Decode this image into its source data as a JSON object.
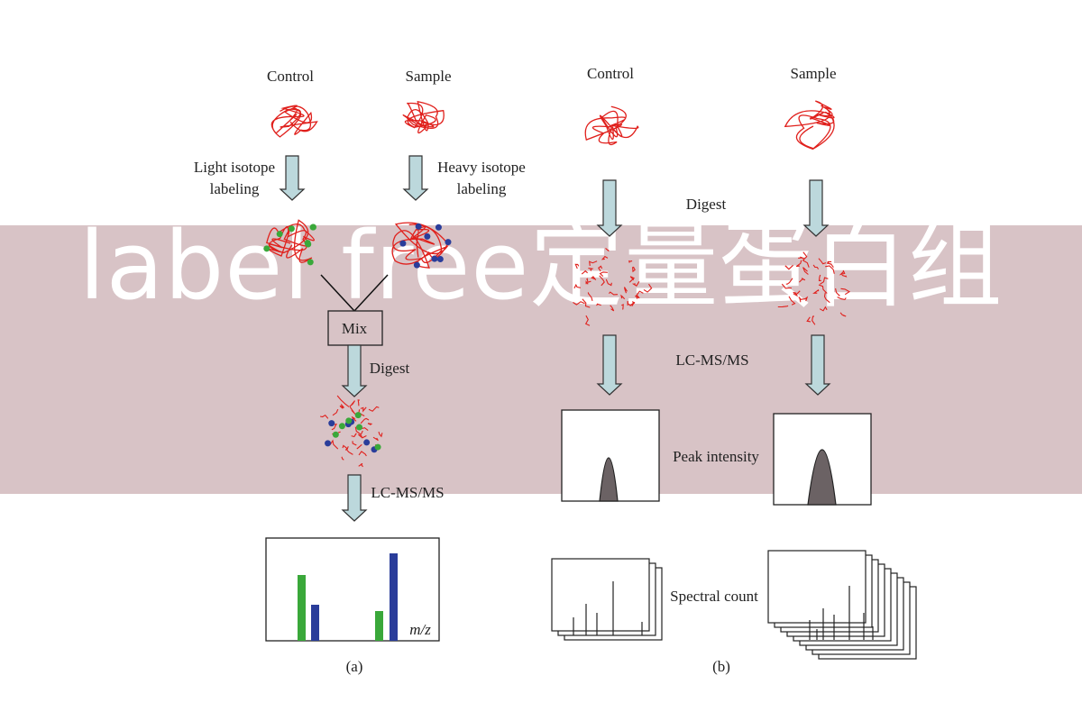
{
  "panel_a": {
    "control": "Control",
    "sample": "Sample",
    "light_label_1": "Light isotope",
    "light_label_2": "labeling",
    "heavy_label_1": "Heavy isotope",
    "heavy_label_2": "labeling",
    "mix": "Mix",
    "digest": "Digest",
    "lcms": "LC-MS/MS",
    "axis": "m/z",
    "caption": "(a)"
  },
  "panel_b": {
    "control": "Control",
    "sample": "Sample",
    "digest": "Digest",
    "lcms": "LC-MS/MS",
    "peak": "Peak intensity",
    "spectral": "Spectral count",
    "caption": "(b)"
  },
  "banner": {
    "text": "label free定量蛋白组"
  },
  "colors": {
    "protein": "#e0201c",
    "light": "#3aa83a",
    "heavy": "#2a3d9a",
    "arrow": "#bcd8dc",
    "banner": "#c8aaae"
  }
}
